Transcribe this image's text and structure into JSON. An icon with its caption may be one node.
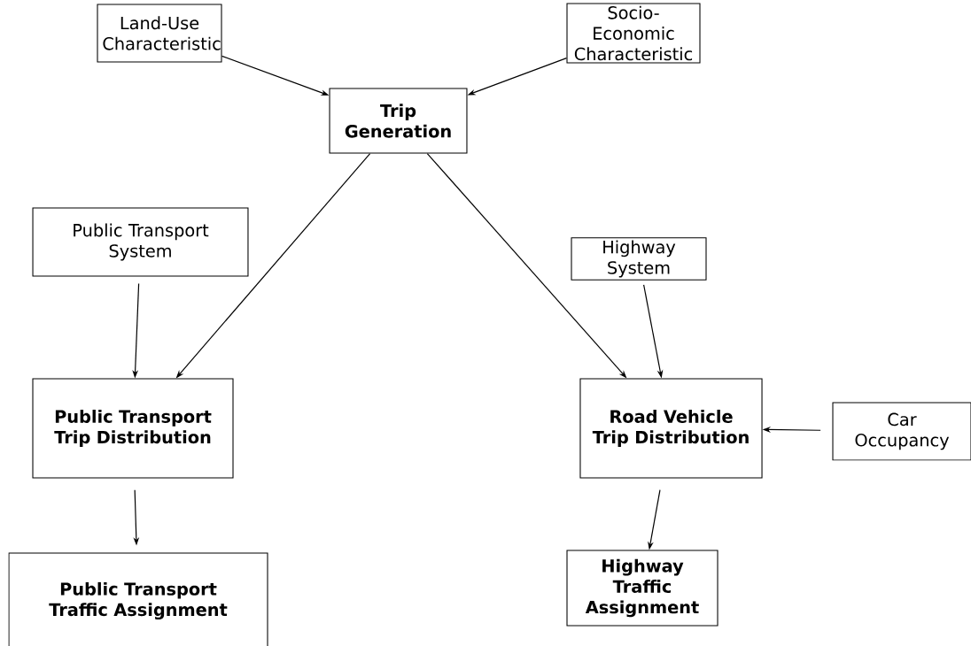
{
  "diagram": {
    "nodes": [
      {
        "text": [
          "Land-Use Characteristic"
        ]
      },
      {
        "text": [
          "Socio-Economic Characteristic"
        ]
      },
      {
        "text": [
          "Trip Generation"
        ]
      },
      {
        "text": [
          "Public Transport System"
        ]
      },
      {
        "text": [
          "Highway System"
        ]
      },
      {
        "text": [
          "Public Transport Trip Distribution"
        ]
      },
      {
        "text": [
          "Road Vehicle Trip Distribution"
        ]
      },
      {
        "text": [
          "Car Occupancy"
        ]
      },
      {
        "text": [
          "Public Transport Traffic Assignment"
        ]
      },
      {
        "text": [
          "Highway Traffic Assignment"
        ]
      }
    ],
    "edges": [
      {
        "from": 0,
        "to": 2,
        "arrow": "to"
      },
      {
        "from": 1,
        "to": 2,
        "arrow": "to"
      },
      {
        "from": 2,
        "to": 5,
        "arrow": "to"
      },
      {
        "from": 2,
        "to": 6,
        "arrow": "to"
      },
      {
        "from": 3,
        "to": 5,
        "arrow": "to"
      },
      {
        "from": 4,
        "to": 6,
        "arrow": "to"
      },
      {
        "from": 7,
        "to": 6,
        "arrow": "to"
      },
      {
        "from": 5,
        "to": 8,
        "arrow": "to"
      },
      {
        "from": 6,
        "to": 9,
        "arrow": "to"
      }
    ]
  }
}
